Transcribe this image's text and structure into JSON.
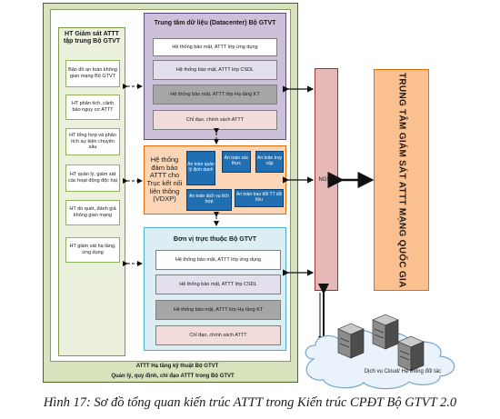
{
  "frame": {
    "infra_label": "ATTT Hạ tầng kỹ thuật Bộ GTVT",
    "policy_label": "Quản lý, quy định, chỉ đạo ATTT trong Bộ GTVT"
  },
  "left": {
    "title": "HT Giám sát ATTT tập trung Bộ GTVT",
    "items": [
      "Bản đồ an toàn không gian mạng Bộ GTVT",
      "HT phân tích, cảnh báo nguy cơ ATTT",
      "HT tổng hợp và phân tích sự kiện chuyên sâu",
      "HT quản lý, giám sát các hoạt động độc hại",
      "HT dò quét, đánh giá không gian mạng",
      "HT giám sát hạ tầng, ứng dụng"
    ]
  },
  "datacenter": {
    "title": "Trung tâm dữ liệu (Datacenter) Bộ GTVT",
    "items": [
      "Hệ thống bảo mật, ATTT lớp ứng dụng",
      "Hệ thống bảo mật, ATTT lớp CSDL",
      "Hệ thống bảo mật, ATTT lớp Hạ tầng KT",
      "Chỉ đạo, chính sách ATTT"
    ]
  },
  "vdxp": {
    "title": "Hệ thống đảm bảo ATTT cho Trục kết nối liên thông (VDXP)",
    "boxes": [
      "An toàn quản lý định danh",
      "An toàn xác thực",
      "An toàn truy cập",
      "An toàn dịch vụ tích hợp",
      "An toàn trao đổi TT dữ liệu"
    ]
  },
  "units": {
    "title": "Đơn vị trực thuộc Bộ GTVT",
    "items": [
      "Hệ thống bảo mật, ATTT lớp ứng dụng",
      "Hệ thống bảo mật, ATTT lớp CSDL",
      "Hệ thống bảo mật, ATTT lớp Hạ tầng KT",
      "Chỉ đạo, chính sách ATTT"
    ]
  },
  "ngsp": {
    "label": "NGSP"
  },
  "national": {
    "label": "TRUNG TÂM GIÁM SÁT ATTT MẠNG QUỐC GIA"
  },
  "cloud": {
    "label": "Dịch vụ Cloud/ Hệ thống đối tác"
  },
  "caption": "Hình  17: Sơ đồ tổng quan kiến trúc ATTT trong Kiến trúc CPĐT Bộ GTVT 2.0",
  "colors": {
    "green_frame": "#d6e3bd",
    "datacenter": "#ccc0da",
    "vdxp": "#fbd5b5",
    "units": "#dbeef3",
    "ngsp": "#e6b9b8",
    "national": "#fac08f",
    "blue_box": "#1f6fb2"
  }
}
